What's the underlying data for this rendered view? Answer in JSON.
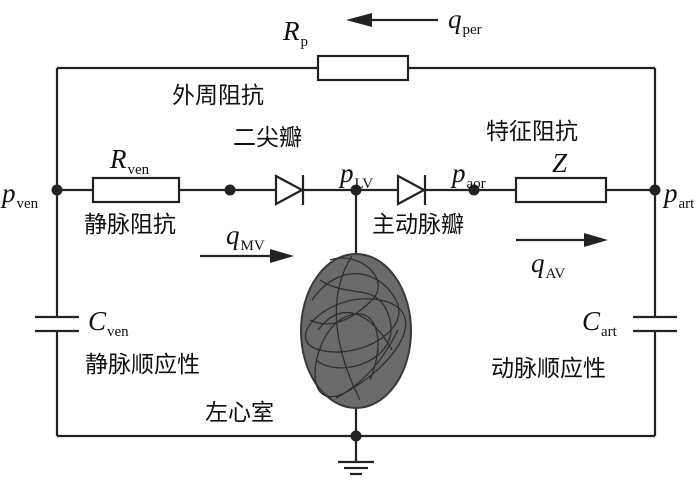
{
  "labels": {
    "peripheral_impedance": "外周阻抗",
    "mitral_valve": "二尖瓣",
    "characteristic_impedance": "特征阻抗",
    "venous_resistance": "静脉阻抗",
    "aortic_valve": "主动脉瓣",
    "venous_compliance": "静脉顺应性",
    "arterial_compliance": "动脉顺应性",
    "left_ventricle": "左心室"
  },
  "symbols": {
    "R_p": {
      "main": "R",
      "sub": "p"
    },
    "q_per": {
      "main": "q",
      "sub": "per"
    },
    "R_ven": {
      "main": "R",
      "sub": "ven"
    },
    "p_ven": {
      "main": "p",
      "sub": "ven"
    },
    "p_LV": {
      "main": "p",
      "sub": "LV"
    },
    "p_aor": {
      "main": "p",
      "sub": "aor"
    },
    "Z": {
      "main": "Z",
      "sub": ""
    },
    "p_art": {
      "main": "p",
      "sub": "art"
    },
    "q_MV": {
      "main": "q",
      "sub": "MV"
    },
    "q_AV": {
      "main": "q",
      "sub": "AV"
    },
    "C_ven": {
      "main": "C",
      "sub": "ven"
    },
    "C_art": {
      "main": "C",
      "sub": "art"
    }
  },
  "colors": {
    "line": "#222222",
    "ventricle": "#555555"
  }
}
